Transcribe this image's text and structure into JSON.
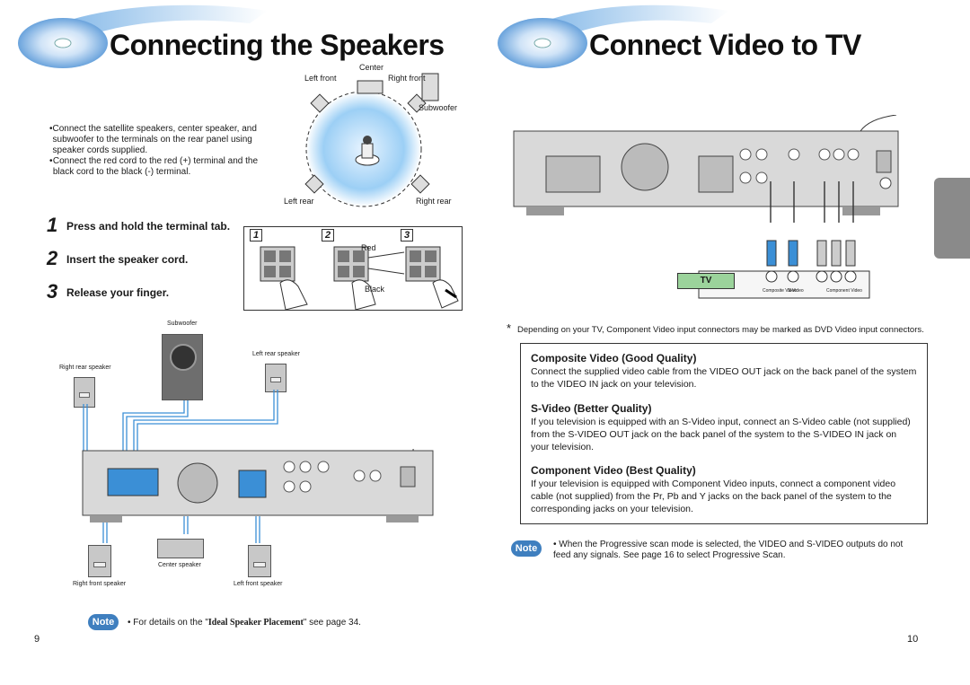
{
  "left": {
    "title": "Connecting the Speakers",
    "diagram_labels": {
      "center": "Center",
      "left_front": "Left front",
      "right_front": "Right front",
      "subwoofer": "Subwoofer",
      "left_rear": "Left rear",
      "right_rear": "Right rear"
    },
    "bullets": [
      "Connect the satellite speakers, center speaker, and subwoofer to the terminals on the rear panel using speaker cords supplied.",
      "Connect the red cord to the red (+) terminal and the black cord to the black (-) terminal."
    ],
    "steps": [
      {
        "num": "1",
        "text": "Press and hold the terminal tab."
      },
      {
        "num": "2",
        "text": "Insert the speaker cord."
      },
      {
        "num": "3",
        "text": "Release your finger."
      }
    ],
    "panel_labels": {
      "p1": "1",
      "p2": "2",
      "p3": "3",
      "red": "Red",
      "black": "Black"
    },
    "wiring_labels": {
      "subwoofer": "Subwoofer",
      "left_rear_speaker": "Left rear speaker",
      "right_rear_speaker": "Right rear speaker",
      "center_speaker": "Center speaker",
      "right_front_speaker": "Right front speaker",
      "left_front_speaker": "Left front speaker"
    },
    "note": {
      "badge": "Note",
      "prefix": "• For details on the \"",
      "emph": "Ideal Speaker Placement",
      "suffix": "\" see page 34."
    },
    "page_number": "9"
  },
  "right": {
    "title": "Connect Video to TV",
    "tv_label": "TV",
    "tv_jacks": {
      "composite": "Composite Video",
      "svideo": "S-Video",
      "component": "Component Video"
    },
    "footnote_star": "*",
    "footnote": "Depending on your TV, Component Video input connectors may be marked as DVD Video input connectors.",
    "sections": [
      {
        "head": "Composite Video (Good Quality)",
        "text": "Connect the supplied video cable from the VIDEO OUT jack on the back panel of the system to the VIDEO IN jack on your television."
      },
      {
        "head": "S-Video (Better Quality)",
        "text": "If you television is equipped with an S-Video input, connect an S-Video cable (not supplied) from the S-VIDEO OUT jack on the back panel of the system to the S-VIDEO IN jack on your television."
      },
      {
        "head": "Component Video (Best Quality)",
        "text": "If your television is equipped with Component Video inputs, connect a component video cable (not supplied) from the Pr, Pb and Y jacks on the back panel of the system to the corresponding jacks on your television."
      }
    ],
    "note": {
      "badge": "Note",
      "text": "• When the Progressive scan mode is selected, the VIDEO and S-VIDEO outputs do not feed any signals. See page 16 to select Progressive Scan."
    },
    "page_number": "10"
  },
  "colors": {
    "accent_blue": "#3f7fbf",
    "side_tab": "#8a8a8a",
    "tv_green": "#9bd39b"
  }
}
